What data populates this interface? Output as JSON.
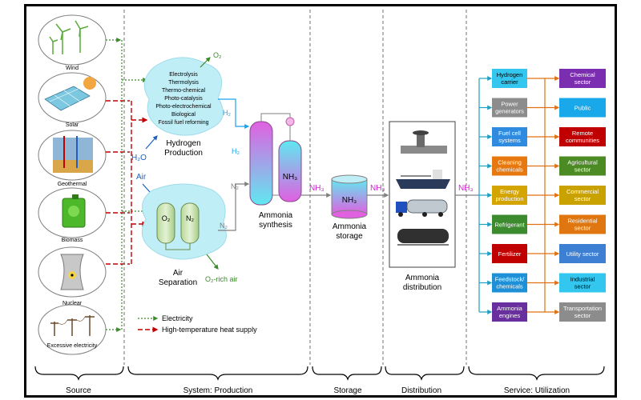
{
  "sources": {
    "wind": "Wind",
    "solar": "Solar",
    "geothermal": "Geothermal",
    "biomass": "Biomass",
    "nuclear": "Nuclear",
    "excess": "Excessive electricity"
  },
  "legend": {
    "electricity": "Electricity",
    "heat": "High-temperature heat supply"
  },
  "hydrogen": {
    "methods": [
      "Electrolysis",
      "Thermolysis",
      "Thermo-chemical",
      "Photo-catalysis",
      "Photo-electrochemical",
      "Biological",
      "Fossil fuel reforming"
    ],
    "title_line1": "Hydrogen",
    "title_line2": "Production",
    "o2": "O₂",
    "h2o": "H₂O",
    "h2_a": "H₂",
    "h2_b": "H₂"
  },
  "air_sep": {
    "air": "Air",
    "o2_tank": "O₂",
    "n2_tank": "N₂",
    "title_line1": "Air",
    "title_line2": "Separation",
    "o2_rich": "O₂-rich air",
    "n2_a": "N₂",
    "n2_b": "N₂"
  },
  "synthesis": {
    "nh3_tank": "NH₃",
    "title_line1": "Ammonia",
    "title_line2": "synthesis"
  },
  "storage": {
    "nh3_in": "NH₃",
    "tank": "NH₃",
    "title_line1": "Ammonia",
    "title_line2": "storage"
  },
  "distribution": {
    "nh3_in": "NH₃",
    "title_line1": "Ammonia",
    "title_line2": "distribution",
    "nh3_out": "NH₃"
  },
  "services": [
    {
      "l1": "Hydrogen",
      "l2": "carrier",
      "color": "#33c7ef",
      "text": "#000000"
    },
    {
      "l1": "Power",
      "l2": "generators",
      "color": "#8c8c8c",
      "text": "#ffffff"
    },
    {
      "l1": "Fuel cell",
      "l2": "systems",
      "color": "#2e8be0",
      "text": "#ffffff"
    },
    {
      "l1": "Cleaning",
      "l2": "chemicals",
      "color": "#e6780f",
      "text": "#ffffff"
    },
    {
      "l1": "Energy",
      "l2": "production",
      "color": "#d4a400",
      "text": "#ffffff"
    },
    {
      "l1": "Refrigerant",
      "l2": "",
      "color": "#3c8c2f",
      "text": "#ffffff"
    },
    {
      "l1": "Fertilizer",
      "l2": "",
      "color": "#c00000",
      "text": "#ffffff"
    },
    {
      "l1": "Feedstock/",
      "l2": "chemicals",
      "color": "#1e90d8",
      "text": "#ffffff"
    },
    {
      "l1": "Ammonia",
      "l2": "engines",
      "color": "#6a2f9e",
      "text": "#ffffff"
    }
  ],
  "sectors": [
    {
      "l1": "Chemical",
      "l2": "sector",
      "color": "#7b2fb0",
      "text": "#ffffff"
    },
    {
      "l1": "Public",
      "l2": "",
      "color": "#19a8ea",
      "text": "#ffffff"
    },
    {
      "l1": "Remote",
      "l2": "communities",
      "color": "#c00000",
      "text": "#ffffff"
    },
    {
      "l1": "Agricultural",
      "l2": "sector",
      "color": "#4c8a24",
      "text": "#ffffff"
    },
    {
      "l1": "Commercial",
      "l2": "sector",
      "color": "#c9a200",
      "text": "#ffffff"
    },
    {
      "l1": "Residential",
      "l2": "sector",
      "color": "#e0760f",
      "text": "#ffffff"
    },
    {
      "l1": "Utility sector",
      "l2": "",
      "color": "#3d7fd2",
      "text": "#ffffff"
    },
    {
      "l1": "Industrial",
      "l2": "sector",
      "color": "#33c7ef",
      "text": "#000000"
    },
    {
      "l1": "Transportation",
      "l2": "sector",
      "color": "#8c8c8c",
      "text": "#ffffff"
    }
  ],
  "stages": {
    "source": "Source",
    "production": "System: Production",
    "storage": "Storage",
    "distribution": "Distribution",
    "utilization": "Service: Utilization"
  }
}
